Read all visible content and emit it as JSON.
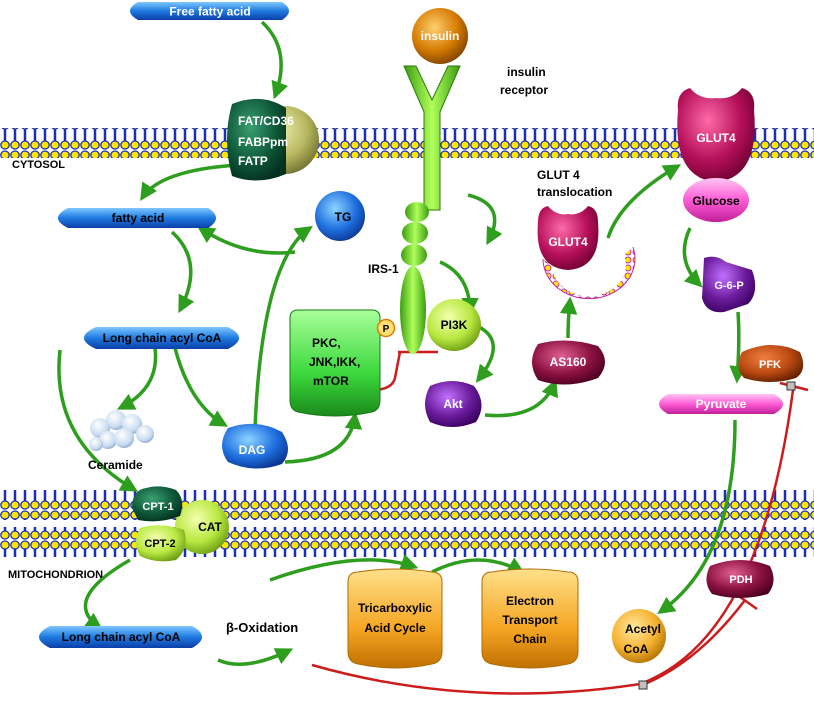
{
  "labels": {
    "free_fatty_acid": "Free fatty acid",
    "fat_cd36": "FAT/CD36",
    "fabppm": "FABPpm",
    "fatp": "FATP",
    "cytosol": "CYTOSOL",
    "insulin": "insulin",
    "insulin_receptor_1": "insulin",
    "insulin_receptor_2": "receptor",
    "glut4_membrane": "GLUT4",
    "glut4_translocation_1": "GLUT 4",
    "glut4_translocation_2": "translocation",
    "glut4_vesicle": "GLUT4",
    "glucose": "Glucose",
    "fatty_acid": "fatty acid",
    "tg": "TG",
    "irs1": "IRS-1",
    "g6p": "G-6-P",
    "pi3k": "PI3K",
    "p": "P",
    "pkc_1": "PKC,",
    "pkc_2": "JNK,IKK,",
    "pkc_3": "mTOR",
    "as160": "AS160",
    "long_chain_acyl_coa_top": "Long chain acyl CoA",
    "pfk": "PFK",
    "akt": "Akt",
    "pyruvate": "Pyruvate",
    "ceramide": "Ceramide",
    "dag": "DAG",
    "cpt1": "CPT-1",
    "cpt2": "CPT-2",
    "cat": "CAT",
    "mitochondrion": "MITOCHONDRION",
    "pdh": "PDH",
    "tca_1": "Tricarboxylic",
    "tca_2": "Acid Cycle",
    "etc_1": "Electron",
    "etc_2": "Transport",
    "etc_3": "Chain",
    "long_chain_acyl_coa_mito": "Long chain acyl CoA",
    "beta_oxidation": "β-Oxidation",
    "acetyl_1": "Acetyl",
    "acetyl_2": "CoA"
  },
  "colors": {
    "arrow": "#2e9e1e",
    "inhibit": "#cc1c1c",
    "membrane_head": "#ffe600",
    "membrane_tail": "#1a2fb5",
    "blue_pill": "#1f7ae0",
    "green_box": "#3cd83c",
    "orange_box": "#f5a623",
    "magenta": "#a8104e",
    "purple": "#6a1b9a",
    "pink": "#ff5cd6"
  }
}
